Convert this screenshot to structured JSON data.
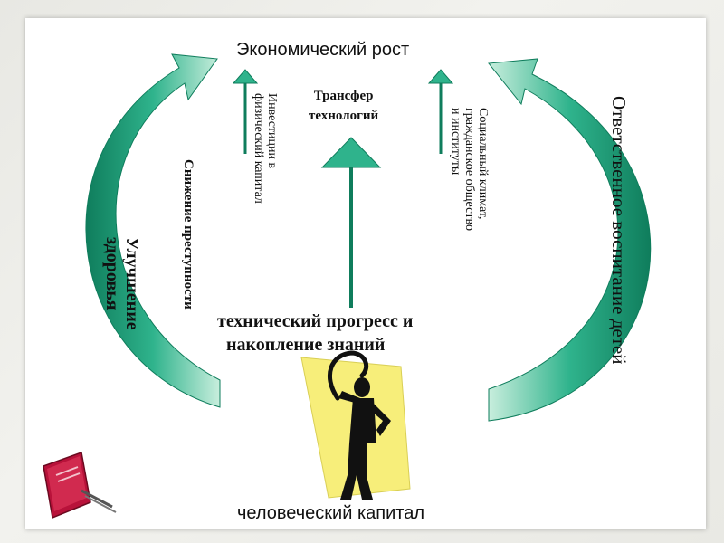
{
  "labels": {
    "top": "Экономический рост",
    "transfer_line1": "Трансфер",
    "transfer_line2": "технологий",
    "investment_line1": "Инвестиции в",
    "investment_line2": "физический капитал",
    "social_line1": "Социальный климат,",
    "social_line2": "гражданское общество",
    "social_line3": "и институты",
    "health_line1": "Улучшение",
    "health_line2": "здоровья",
    "crime": "Снижение преступности",
    "parenting": "Ответственное воспитание детей",
    "progress_line1": "технический прогресс и",
    "progress_line2": "накопление знаний",
    "bottom": "человеческий капитал"
  },
  "colors": {
    "arrow_green": "#2fb38c",
    "arrow_dark": "#0f7d5c",
    "arrow_light": "#c8eedd",
    "figure_bg": "#f7ee7a"
  },
  "icons": {
    "book": "book-icon",
    "figure": "thinking-person-icon"
  }
}
